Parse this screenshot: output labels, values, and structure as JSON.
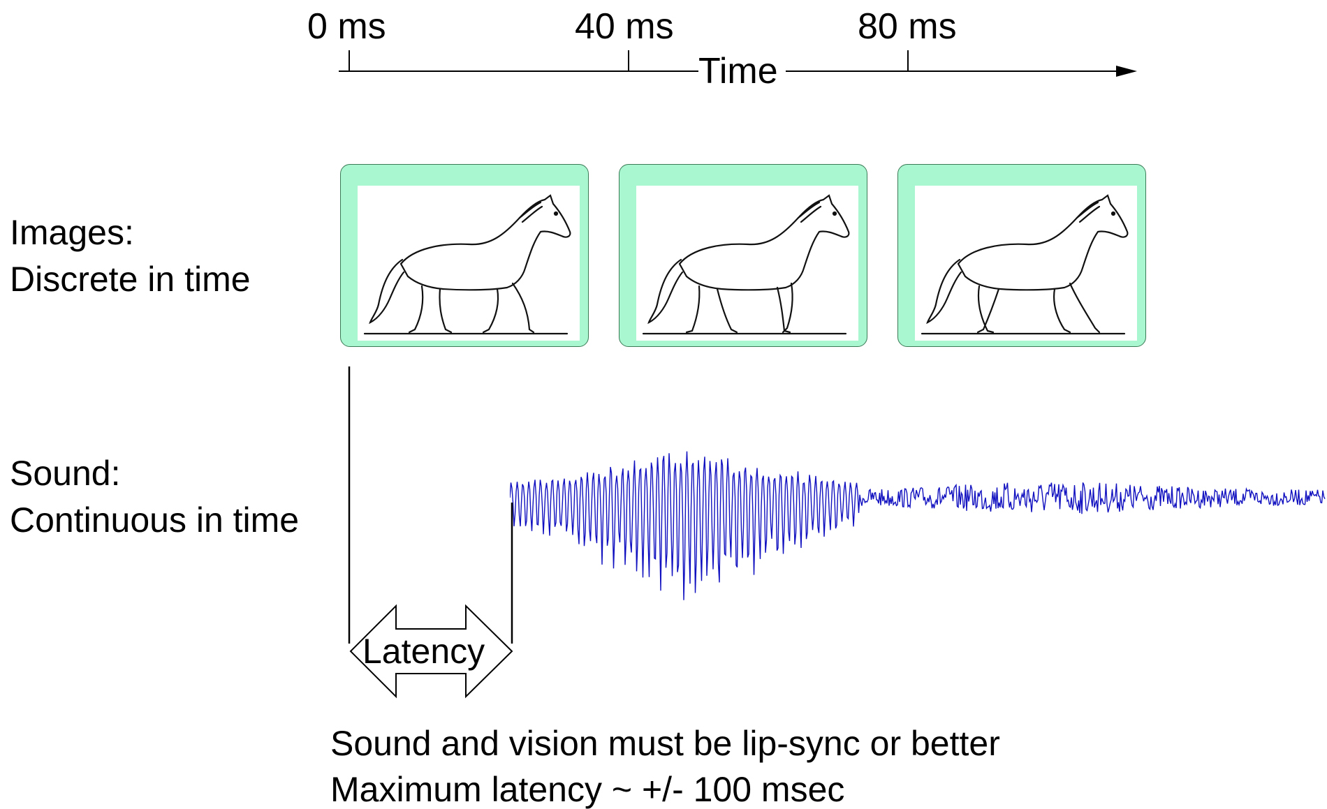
{
  "timeline": {
    "ticks": [
      "0 ms",
      "40 ms",
      "80 ms"
    ],
    "axis_label": "Time"
  },
  "rows": {
    "images_title": "Images:",
    "images_sub": "Discrete in time",
    "sound_title": "Sound:",
    "sound_sub": "Continuous in time"
  },
  "frames": [
    {
      "subject": "horse-sketch",
      "leg_phase": 0
    },
    {
      "subject": "horse-sketch",
      "leg_phase": 1
    },
    {
      "subject": "horse-sketch",
      "leg_phase": 2
    }
  ],
  "latency_label": "Latency",
  "caption": {
    "line1": "Sound and vision must be lip-sync or better",
    "line2": "Maximum latency ~ +/- 100 msec"
  },
  "colors": {
    "frame_fill": "#a8f7d0",
    "waveform": "#1010c0"
  }
}
